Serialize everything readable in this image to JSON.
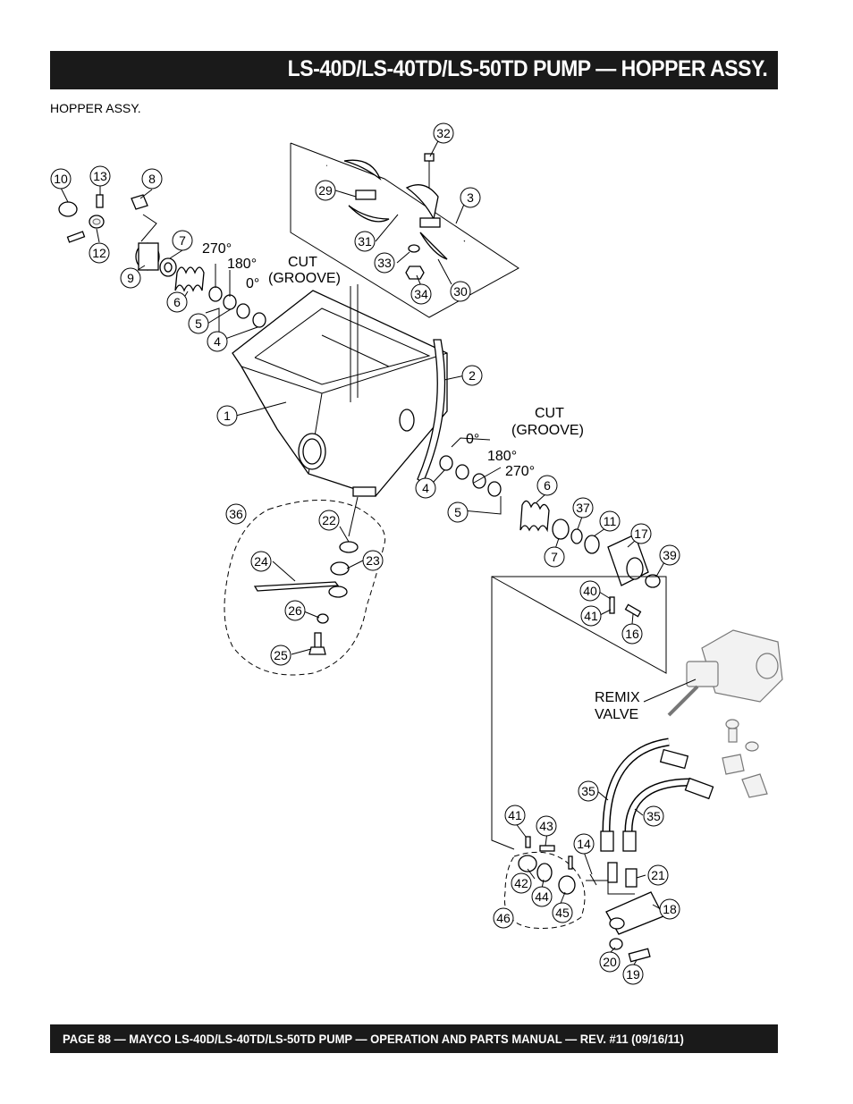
{
  "header": {
    "title": "LS-40D/LS-40TD/LS-50TD PUMP — HOPPER ASSY."
  },
  "subtitle": "HOPPER ASSY.",
  "annotations": {
    "cut_groove_top": [
      "CUT",
      "(GROOVE)"
    ],
    "angles_top": [
      "270°",
      "180°",
      "0°"
    ],
    "cut_groove_right": [
      "CUT",
      "(GROOVE)"
    ],
    "angles_right": [
      "0°",
      "180°",
      "270°"
    ],
    "remix_valve": [
      "REMIX",
      "VALVE"
    ]
  },
  "callouts": [
    "10",
    "13",
    "8",
    "12",
    "7",
    "9",
    "6",
    "5",
    "4",
    "32",
    "29",
    "3",
    "31",
    "33",
    "30",
    "34",
    "2",
    "1",
    "4",
    "5",
    "6",
    "7",
    "37",
    "11",
    "17",
    "39",
    "40",
    "41",
    "16",
    "36",
    "22",
    "23",
    "24",
    "26",
    "25",
    "35",
    "35",
    "41",
    "43",
    "14",
    "21",
    "42",
    "44",
    "45",
    "18",
    "46",
    "20",
    "19"
  ],
  "footer": {
    "text": "PAGE 88 — MAYCO LS-40D/LS-40TD/LS-50TD PUMP — OPERATION AND PARTS MANUAL — REV. #11  (09/16/11)"
  }
}
